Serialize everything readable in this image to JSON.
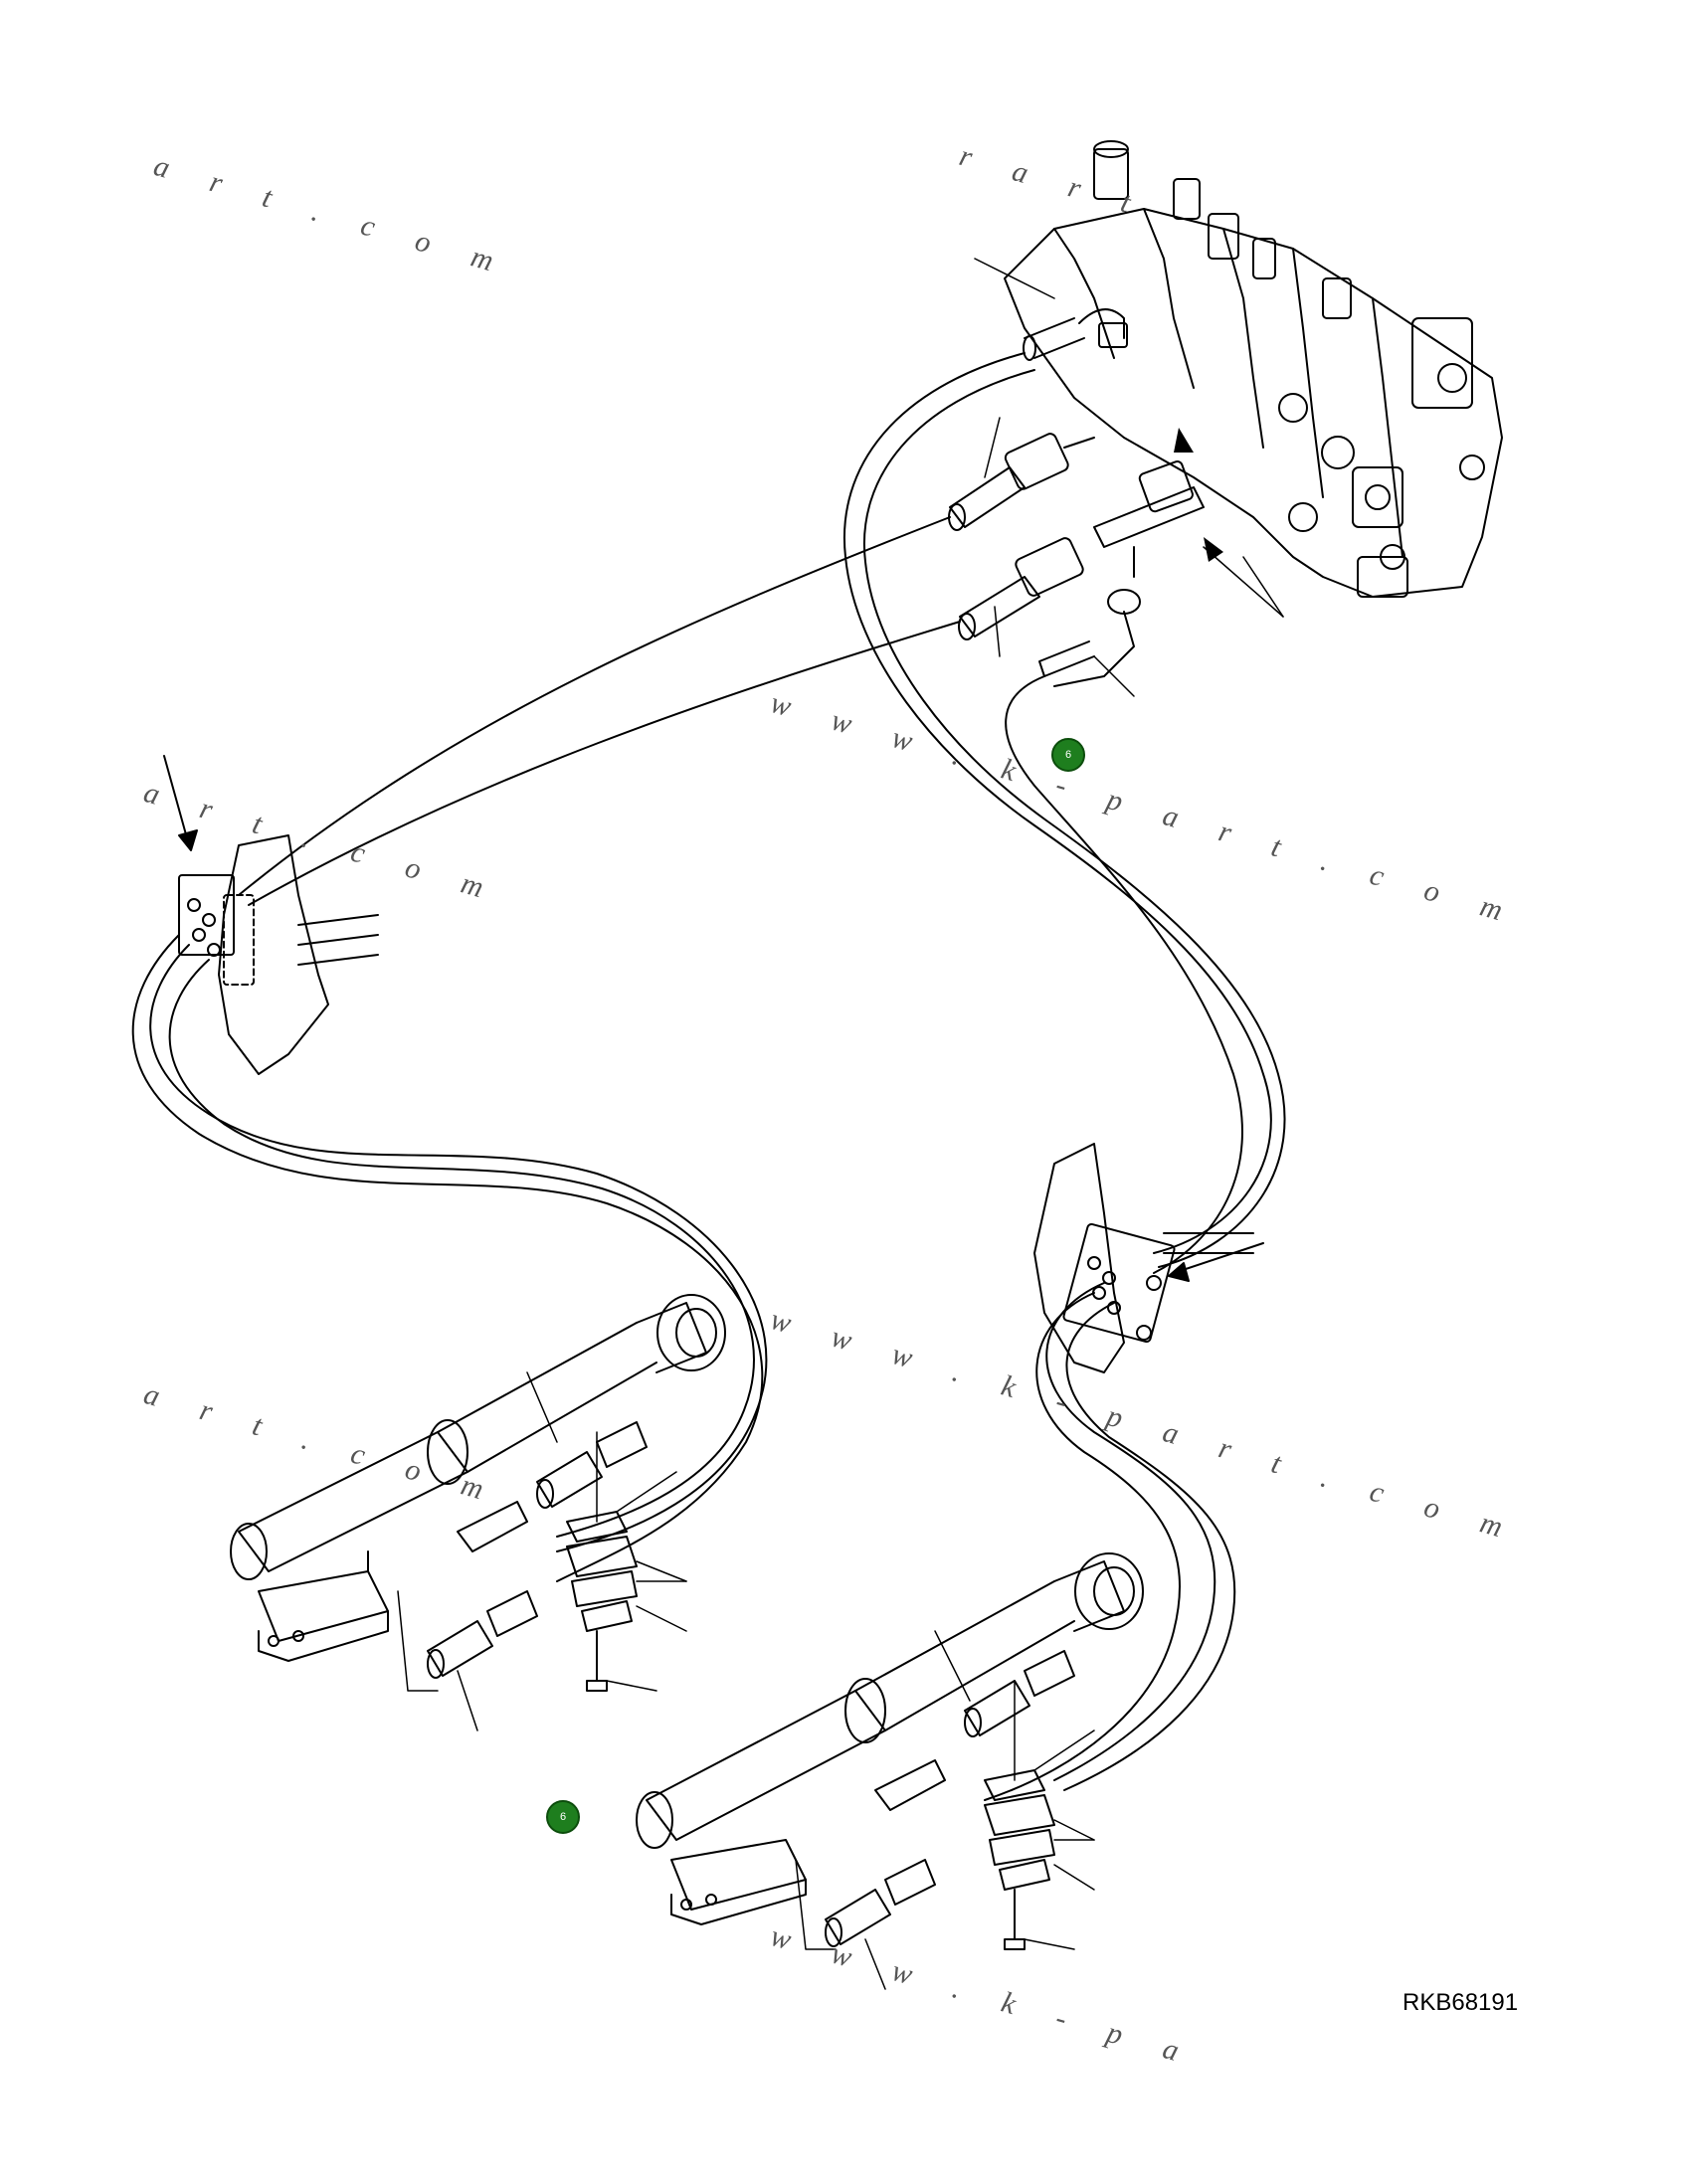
{
  "drawing_code": "RKB68191",
  "watermarks": [
    "a r t . c o m",
    "r a r t",
    "a r t . c o m",
    "w w w . k - p a r t . c o m",
    "a r t . c o m",
    "w w w . k - p a r t . c o m",
    "w w w . k - p a"
  ],
  "callouts": {
    "top": "6",
    "bottom": "6"
  },
  "colors": {
    "line": "#000000",
    "callout": "#1e7e1e"
  }
}
